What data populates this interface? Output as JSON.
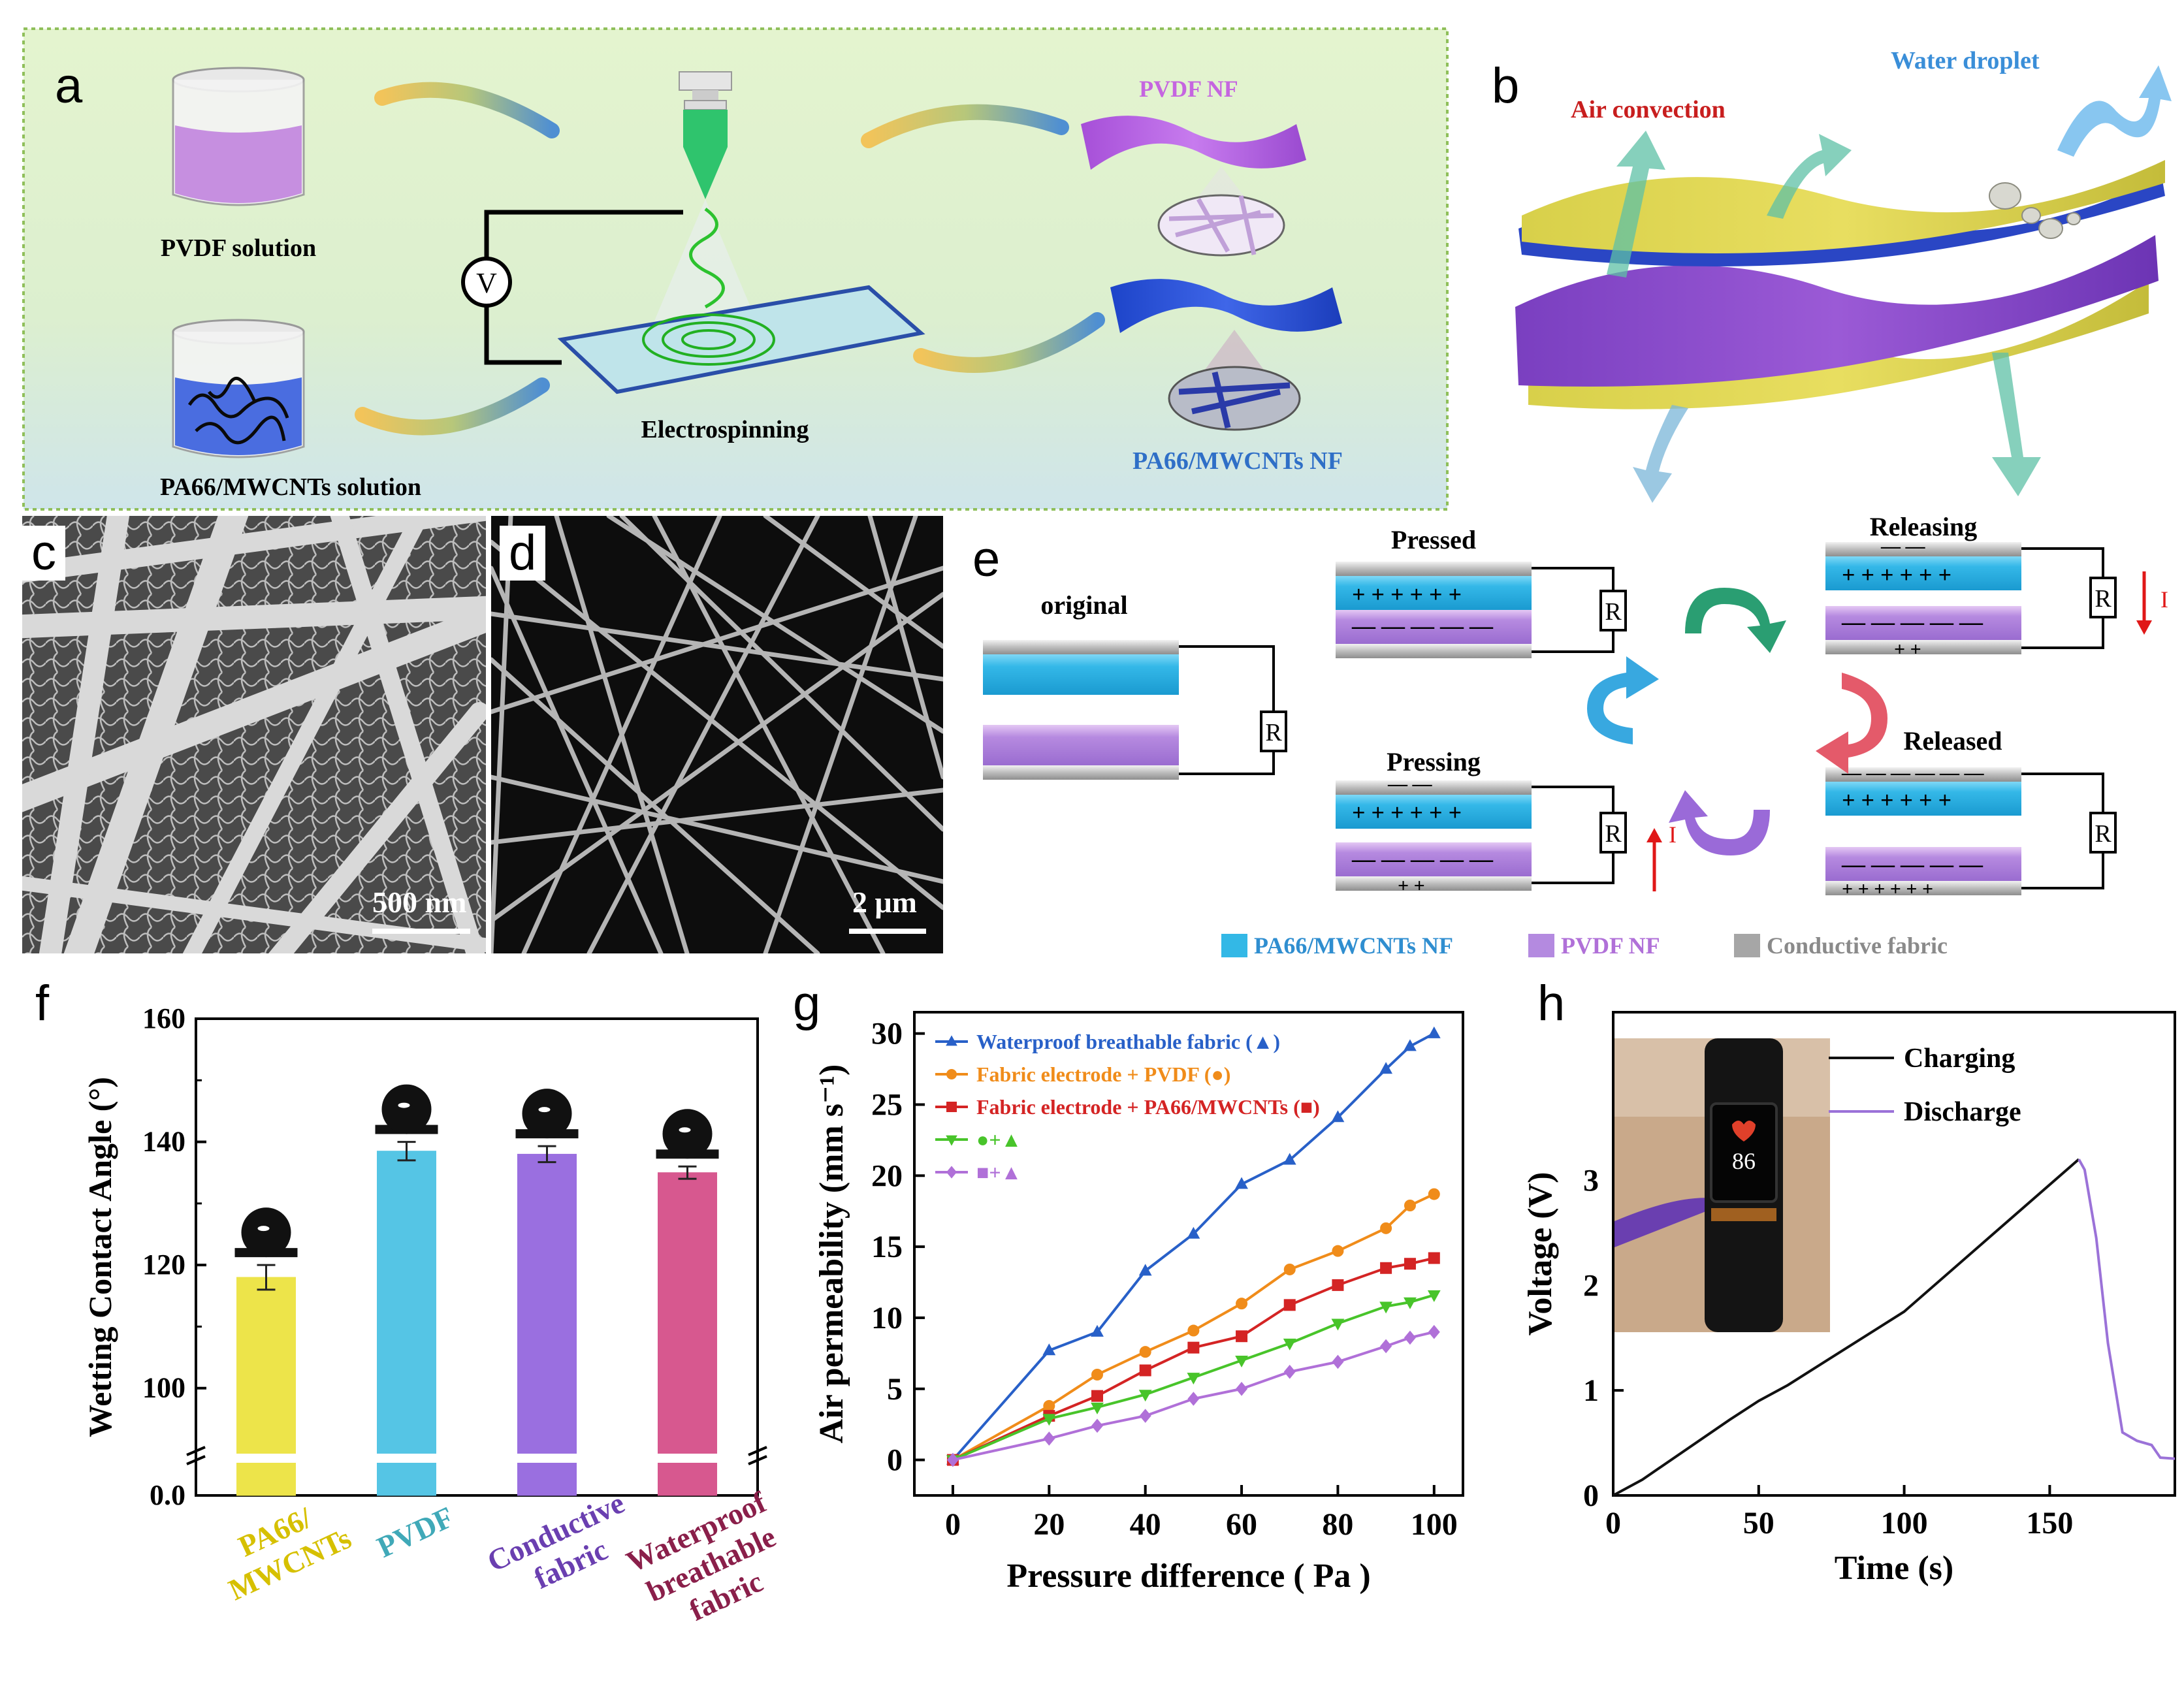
{
  "panels": {
    "a": "a",
    "b": "b",
    "c": "c",
    "d": "d",
    "e": "e",
    "f": "f",
    "g": "g",
    "h": "h"
  },
  "panel_a": {
    "pvdf_solution": "PVDF solution",
    "pa66_solution": "PA66/MWCNTs solution",
    "electrospinning": "Electrospinning",
    "voltmeter": "V",
    "pvdf_nf": "PVDF NF",
    "pa66_nf": "PA66/MWCNTs NF"
  },
  "panel_b": {
    "air_convection": "Air convection",
    "water_droplet": "Water droplet"
  },
  "panel_c": {
    "scale_bar": "500 nm"
  },
  "panel_d": {
    "scale_bar": "2 μm"
  },
  "panel_e": {
    "original": "original",
    "pressed": "Pressed",
    "releasing": "Releasing",
    "pressing": "Pressing",
    "released": "Released",
    "resistor": "R",
    "current": "I",
    "legend": [
      "PA66/MWCNTs NF",
      "PVDF NF",
      "Conductive fabric"
    ],
    "legend_colors": [
      "#33b8e6",
      "#b48ae0",
      "#a6a6a6"
    ]
  },
  "chart_data": [
    {
      "type": "bar",
      "panel": "f",
      "categories": [
        "PA66/\nMWCNTs",
        "PVDF",
        "Conductive\nfabric",
        "Waterproof\nbreathable\nfabric"
      ],
      "values": [
        118,
        138.5,
        138,
        135
      ],
      "errors": [
        2,
        1.5,
        1.3,
        1
      ],
      "colors": [
        "#ede44a",
        "#55c5e5",
        "#9a6fe0",
        "#d7588f"
      ],
      "label_colors": [
        "#d6c000",
        "#40a9b8",
        "#6a3fb0",
        "#8a1f4a"
      ],
      "ylabel": "Wetting Contact Angle (°)",
      "yticks": [
        "0.0",
        "100",
        "120",
        "140",
        "160"
      ],
      "ylim": [
        0,
        160
      ],
      "axis_break": [
        0,
        90
      ]
    },
    {
      "type": "line",
      "panel": "g",
      "xlabel": "Pressure difference ( Pa )",
      "ylabel": "Air permeability (mm s⁻¹)",
      "xlim": [
        -8,
        106
      ],
      "ylim": [
        -2.5,
        31.5
      ],
      "xticks": [
        0,
        20,
        40,
        60,
        80,
        100
      ],
      "yticks": [
        0,
        5,
        10,
        15,
        20,
        25,
        30
      ],
      "x": [
        0,
        20,
        30,
        40,
        50,
        60,
        70,
        80,
        90,
        95,
        100
      ],
      "series": [
        {
          "name": "Waterproof breathable fabric (▲)",
          "color": "#2860c8",
          "marker": "triangle",
          "values": [
            0,
            7.7,
            9,
            13.3,
            15.9,
            19.4,
            21.1,
            24.1,
            27.5,
            29.1,
            30
          ]
        },
        {
          "name": "Fabric electrode + PVDF (●)",
          "color": "#f08c1a",
          "marker": "circle",
          "values": [
            0,
            3.8,
            6,
            7.6,
            9.1,
            11,
            13.4,
            14.7,
            16.3,
            17.9,
            18.7
          ]
        },
        {
          "name": "Fabric electrode + PA66/MWCNTs (■)",
          "color": "#d42424",
          "marker": "square",
          "values": [
            0,
            3.1,
            4.5,
            6.3,
            7.9,
            8.7,
            10.9,
            12.3,
            13.5,
            13.8,
            14.2
          ]
        },
        {
          "name": "●+▲",
          "color": "#48c42a",
          "marker": "triangle-down",
          "values": [
            0,
            2.9,
            3.7,
            4.6,
            5.8,
            7,
            8.2,
            9.6,
            10.8,
            11.1,
            11.6
          ]
        },
        {
          "name": "■+▲",
          "color": "#b070d8",
          "marker": "diamond",
          "values": [
            0,
            1.5,
            2.4,
            3.1,
            4.3,
            5,
            6.2,
            6.9,
            8,
            8.6,
            9
          ]
        }
      ]
    },
    {
      "type": "line",
      "panel": "h",
      "xlabel": "Time (s)",
      "ylabel": "Voltage (V)",
      "xlim": [
        0,
        193
      ],
      "ylim": [
        0,
        4.6
      ],
      "xticks": [
        0,
        50,
        100,
        150
      ],
      "yticks": [
        0,
        1,
        2,
        3
      ],
      "series": [
        {
          "name": "Charging",
          "color": "#111111",
          "points": [
            [
              0,
              0
            ],
            [
              10,
              0.15
            ],
            [
              40,
              0.72
            ],
            [
              50,
              0.9
            ],
            [
              60,
              1.05
            ],
            [
              100,
              1.75
            ],
            [
              160,
              3.2
            ]
          ]
        },
        {
          "name": "Discharge",
          "color": "#9b72d8",
          "points": [
            [
              160,
              3.2
            ],
            [
              162,
              3.1
            ],
            [
              166,
              2.45
            ],
            [
              170,
              1.45
            ],
            [
              175,
              0.6
            ],
            [
              180,
              0.52
            ],
            [
              185,
              0.48
            ],
            [
              188,
              0.36
            ],
            [
              193,
              0.35
            ]
          ]
        }
      ],
      "watch_display": "86"
    }
  ]
}
